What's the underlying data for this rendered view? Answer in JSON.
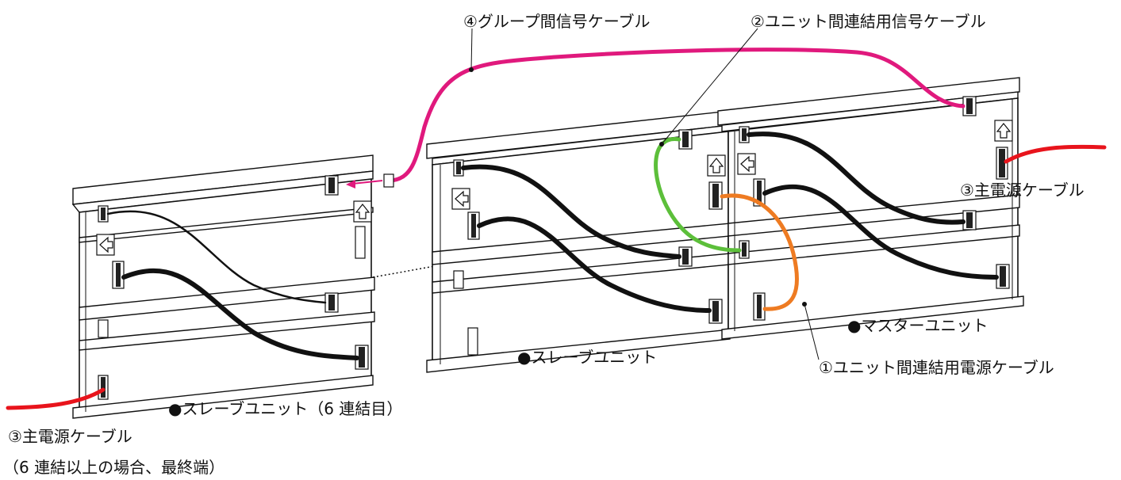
{
  "diagram": {
    "labels": {
      "group_cable": "④グループ間信号ケーブル",
      "unit_signal_cable": "②ユニット間連結用信号ケーブル",
      "main_power_right": "③主電源ケーブル",
      "master_unit": "●マスターユニット",
      "slave_unit": "●スレーブユニット",
      "unit_power_cable": "①ユニット間連結用電源ケーブル",
      "slave_unit_6": "●スレーブユニット（6 連結目）",
      "main_power_left": "③主電源ケーブル",
      "main_power_left_note": "（6 連結以上の場合、最終端）"
    },
    "colors": {
      "group_cable": "#e0197d",
      "unit_signal_cable": "#5cbf3a",
      "unit_power_cable": "#ee7b22",
      "main_power_cable": "#e8141c",
      "unit_cable": "#111111"
    }
  }
}
